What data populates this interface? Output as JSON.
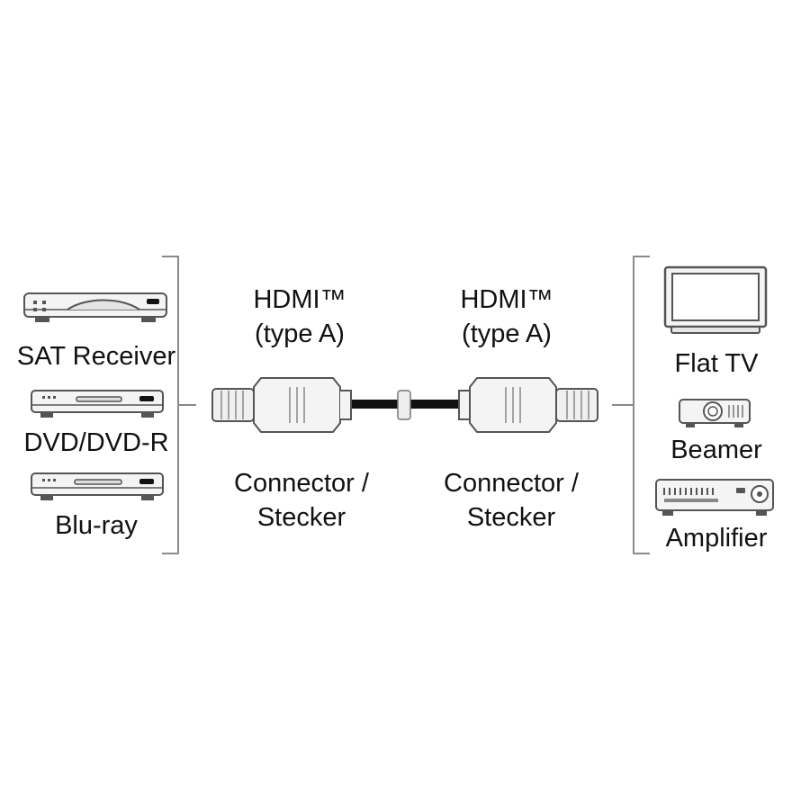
{
  "colors": {
    "outline": "#555555",
    "light_fill": "#f2f2f2",
    "cable": "#111111",
    "text": "#111111",
    "bracket": "#8a8a8a"
  },
  "source_devices": [
    {
      "label": "SAT Receiver",
      "icon": "sat-receiver-icon"
    },
    {
      "label": "DVD/DVD-R",
      "icon": "dvd-player-icon"
    },
    {
      "label": "Blu-ray",
      "icon": "bluray-player-icon"
    }
  ],
  "target_devices": [
    {
      "label": "Flat TV",
      "icon": "flat-tv-icon"
    },
    {
      "label": "Beamer",
      "icon": "projector-icon"
    },
    {
      "label": "Amplifier",
      "icon": "amplifier-icon"
    }
  ],
  "connectors": [
    {
      "type_line1": "HDMI™",
      "type_line2": "(type A)",
      "caption_line1": "Connector /",
      "caption_line2": "Stecker"
    },
    {
      "type_line1": "HDMI™",
      "type_line2": "(type A)",
      "caption_line1": "Connector /",
      "caption_line2": "Stecker"
    }
  ]
}
